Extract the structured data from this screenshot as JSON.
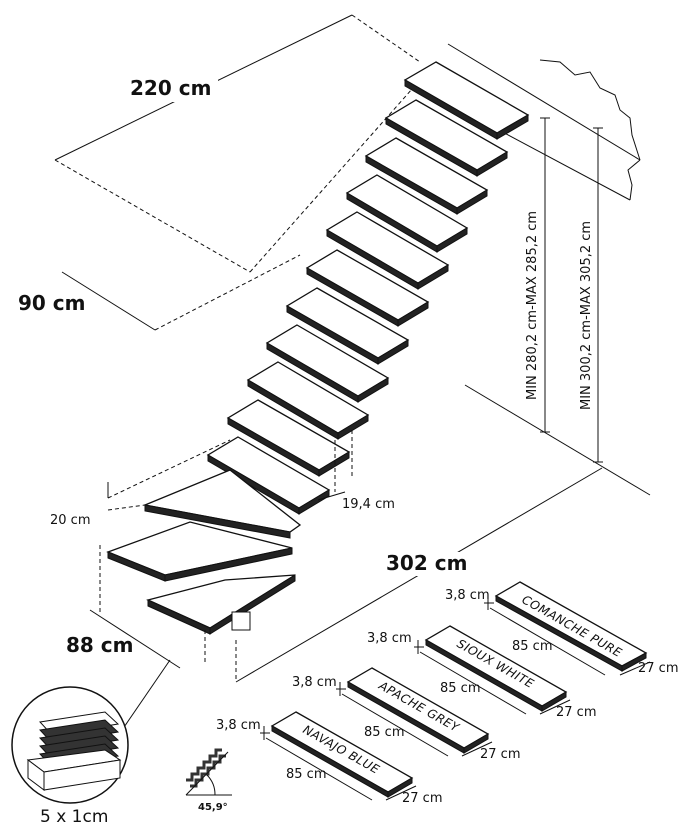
{
  "dimensions": {
    "length": "220 cm",
    "width": "90 cm",
    "landing_width": "88 cm",
    "total_run": "302 cm",
    "rise_offset": "20 cm",
    "step_spacing": "19,4 cm",
    "height_a": "MIN 280,2 cm-MAX 285,2 cm",
    "height_b": "MIN 300,2 cm-MAX 305,2 cm"
  },
  "treads": [
    {
      "name": "COMANCHE PURE",
      "thickness": "3,8 cm",
      "length": "85 cm",
      "depth": "27 cm"
    },
    {
      "name": "SIOUX WHITE",
      "thickness": "3,8 cm",
      "length": "85 cm",
      "depth": "27 cm"
    },
    {
      "name": "APACHE GREY",
      "thickness": "3,8 cm",
      "length": "85 cm",
      "depth": "27 cm"
    },
    {
      "name": "NAVAJO BLUE",
      "thickness": "3,8 cm",
      "length": "85 cm",
      "depth": "27 cm"
    }
  ],
  "package": {
    "label": "5 x 1cm"
  },
  "angle": {
    "label": "45,9°"
  },
  "colors": {
    "ink": "#111111",
    "tread_side": "#222222",
    "background": "#ffffff"
  }
}
